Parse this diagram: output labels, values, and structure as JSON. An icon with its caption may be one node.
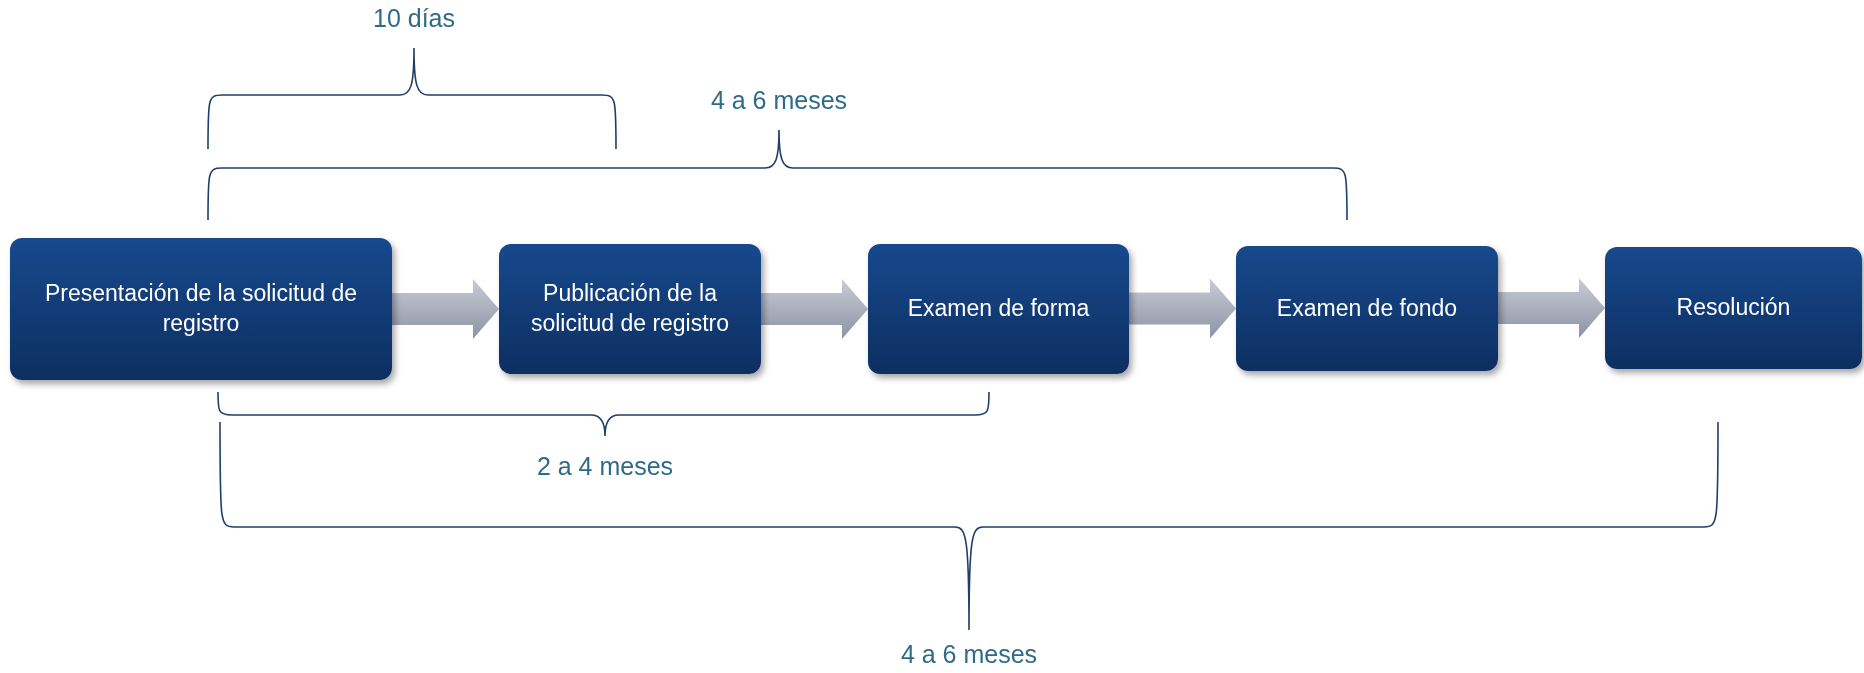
{
  "diagram": {
    "nodes": [
      {
        "text": [
          "Presentación de la solicitud de registro"
        ]
      },
      {
        "text": [
          "Publicación de la solicitud de registro"
        ]
      },
      {
        "text": [
          "Examen de forma"
        ]
      },
      {
        "text": [
          "Examen de fondo"
        ]
      },
      {
        "text": [
          "Resolución"
        ]
      }
    ],
    "edges": [
      {
        "from": 0,
        "to": 1,
        "arrow": "to"
      },
      {
        "from": 1,
        "to": 2,
        "arrow": "to"
      },
      {
        "from": 2,
        "to": 3,
        "arrow": "to"
      },
      {
        "from": 3,
        "to": 4,
        "arrow": "to"
      }
    ],
    "labels": [
      "10 días",
      "4 a 6 meses",
      "2 a 4 meses",
      "4 a 6 meses"
    ]
  }
}
